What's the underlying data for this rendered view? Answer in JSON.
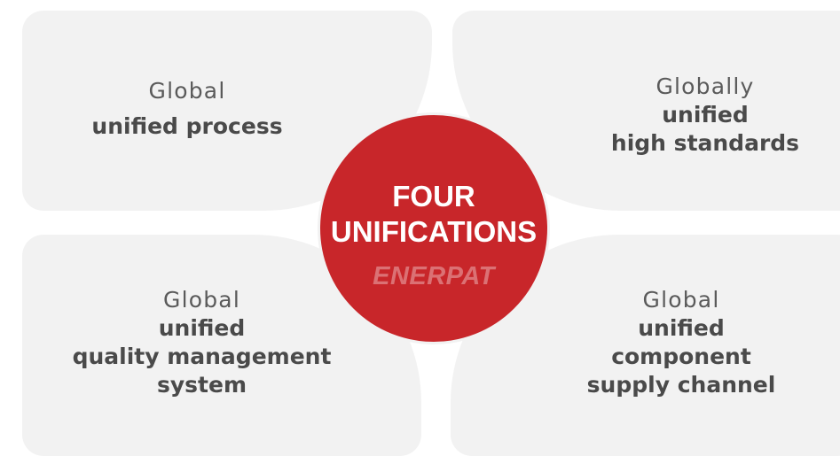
{
  "center": {
    "title_line1": "FOUR",
    "title_line2": "UNIFICATIONS",
    "logo_text": "ENERPAT",
    "color": "#c8262a"
  },
  "quadrants": {
    "top_left": {
      "line1": "Global",
      "line2": "unified process"
    },
    "top_right": {
      "line1": "Globally",
      "line2": "unified",
      "line3": "high standards"
    },
    "bottom_left": {
      "line1": "Global",
      "line2": "unified",
      "line3": "quality management",
      "line4": "system"
    },
    "bottom_right": {
      "line1": "Global",
      "line2": "unified",
      "line3": "component",
      "line4": "supply channel"
    }
  },
  "colors": {
    "panel_background": "#f2f2f2",
    "text": "#4a4a4a"
  }
}
